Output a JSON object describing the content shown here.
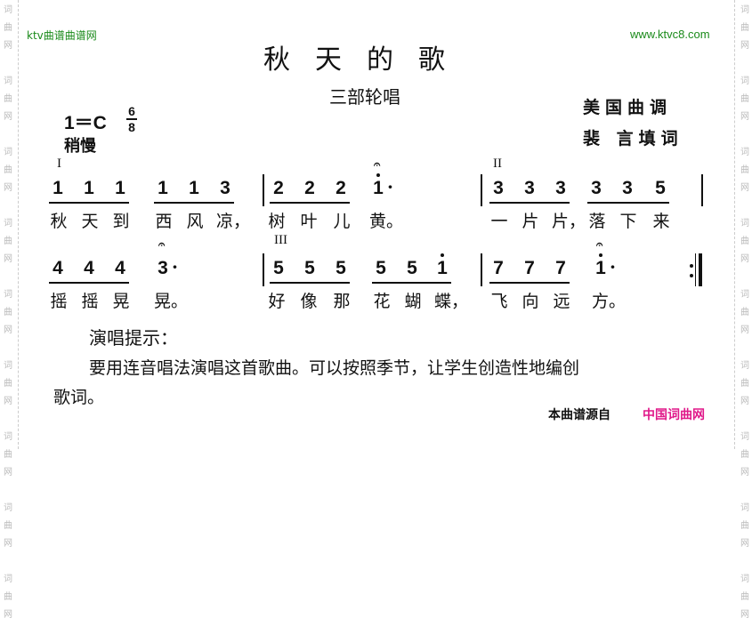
{
  "watermark": "词曲网",
  "header": {
    "site_left": "ktv曲谱曲谱网",
    "site_right": "www.ktvc8.com",
    "title": "秋天的歌",
    "subtitle": "三部轮唱",
    "composer": "美国曲调",
    "lyricist": "裴 言填词",
    "key": "1＝C",
    "time_top": "6",
    "time_bottom": "8",
    "tempo": "稍慢"
  },
  "score": {
    "parts": [
      "I",
      "II",
      "III"
    ],
    "rows": [
      {
        "groups": [
          {
            "notes": [
              "1",
              "1",
              "1"
            ],
            "high": [
              false,
              false,
              false
            ],
            "underline": true,
            "lyrics": [
              "秋",
              "天",
              "到"
            ]
          },
          {
            "notes": [
              "1",
              "1",
              "3"
            ],
            "high": [
              false,
              false,
              false
            ],
            "underline": true,
            "lyrics": [
              "西",
              "风",
              "凉，"
            ]
          },
          {
            "notes": [
              "2",
              "2",
              "2"
            ],
            "high": [
              false,
              false,
              false
            ],
            "underline": true,
            "lyrics": [
              "树",
              "叶",
              "儿"
            ]
          },
          {
            "notes": [
              "1"
            ],
            "high": [
              true
            ],
            "dot": true,
            "fermata": true,
            "lyrics": [
              "黄。"
            ]
          },
          {
            "notes": [
              "3",
              "3",
              "3"
            ],
            "high": [
              false,
              false,
              false
            ],
            "underline": true,
            "lyrics": [
              "一",
              "片",
              "片，"
            ]
          },
          {
            "notes": [
              "3",
              "3",
              "5"
            ],
            "high": [
              false,
              false,
              false
            ],
            "underline": true,
            "lyrics": [
              "落",
              "下",
              "来"
            ]
          }
        ]
      },
      {
        "groups": [
          {
            "notes": [
              "4",
              "4",
              "4"
            ],
            "high": [
              false,
              false,
              false
            ],
            "underline": true,
            "lyrics": [
              "摇",
              "摇",
              "晃"
            ]
          },
          {
            "notes": [
              "3"
            ],
            "high": [
              false
            ],
            "dot": true,
            "fermata": true,
            "lyrics": [
              "晃。"
            ]
          },
          {
            "notes": [
              "5",
              "5",
              "5"
            ],
            "high": [
              false,
              false,
              false
            ],
            "underline": true,
            "lyrics": [
              "好",
              "像",
              "那"
            ]
          },
          {
            "notes": [
              "5",
              "5",
              "1"
            ],
            "high": [
              false,
              false,
              true
            ],
            "underline": true,
            "lyrics": [
              "花",
              "蝴",
              "蝶，"
            ]
          },
          {
            "notes": [
              "7",
              "7",
              "7"
            ],
            "high": [
              false,
              false,
              false
            ],
            "underline": true,
            "lyrics": [
              "飞",
              "向",
              "远"
            ]
          },
          {
            "notes": [
              "1"
            ],
            "high": [
              true
            ],
            "dot": true,
            "fermata": true,
            "lyrics": [
              "方。"
            ]
          }
        ]
      }
    ]
  },
  "hint": {
    "heading": "演唱提示：",
    "body_line1": "要用连音唱法演唱这首歌曲。可以按照季节，让学生创造性地编创",
    "body_line2": "歌词。"
  },
  "footer": {
    "source_label": "本曲谱源自",
    "source_site": "中国词曲网",
    "source_color": "#e0198a"
  }
}
